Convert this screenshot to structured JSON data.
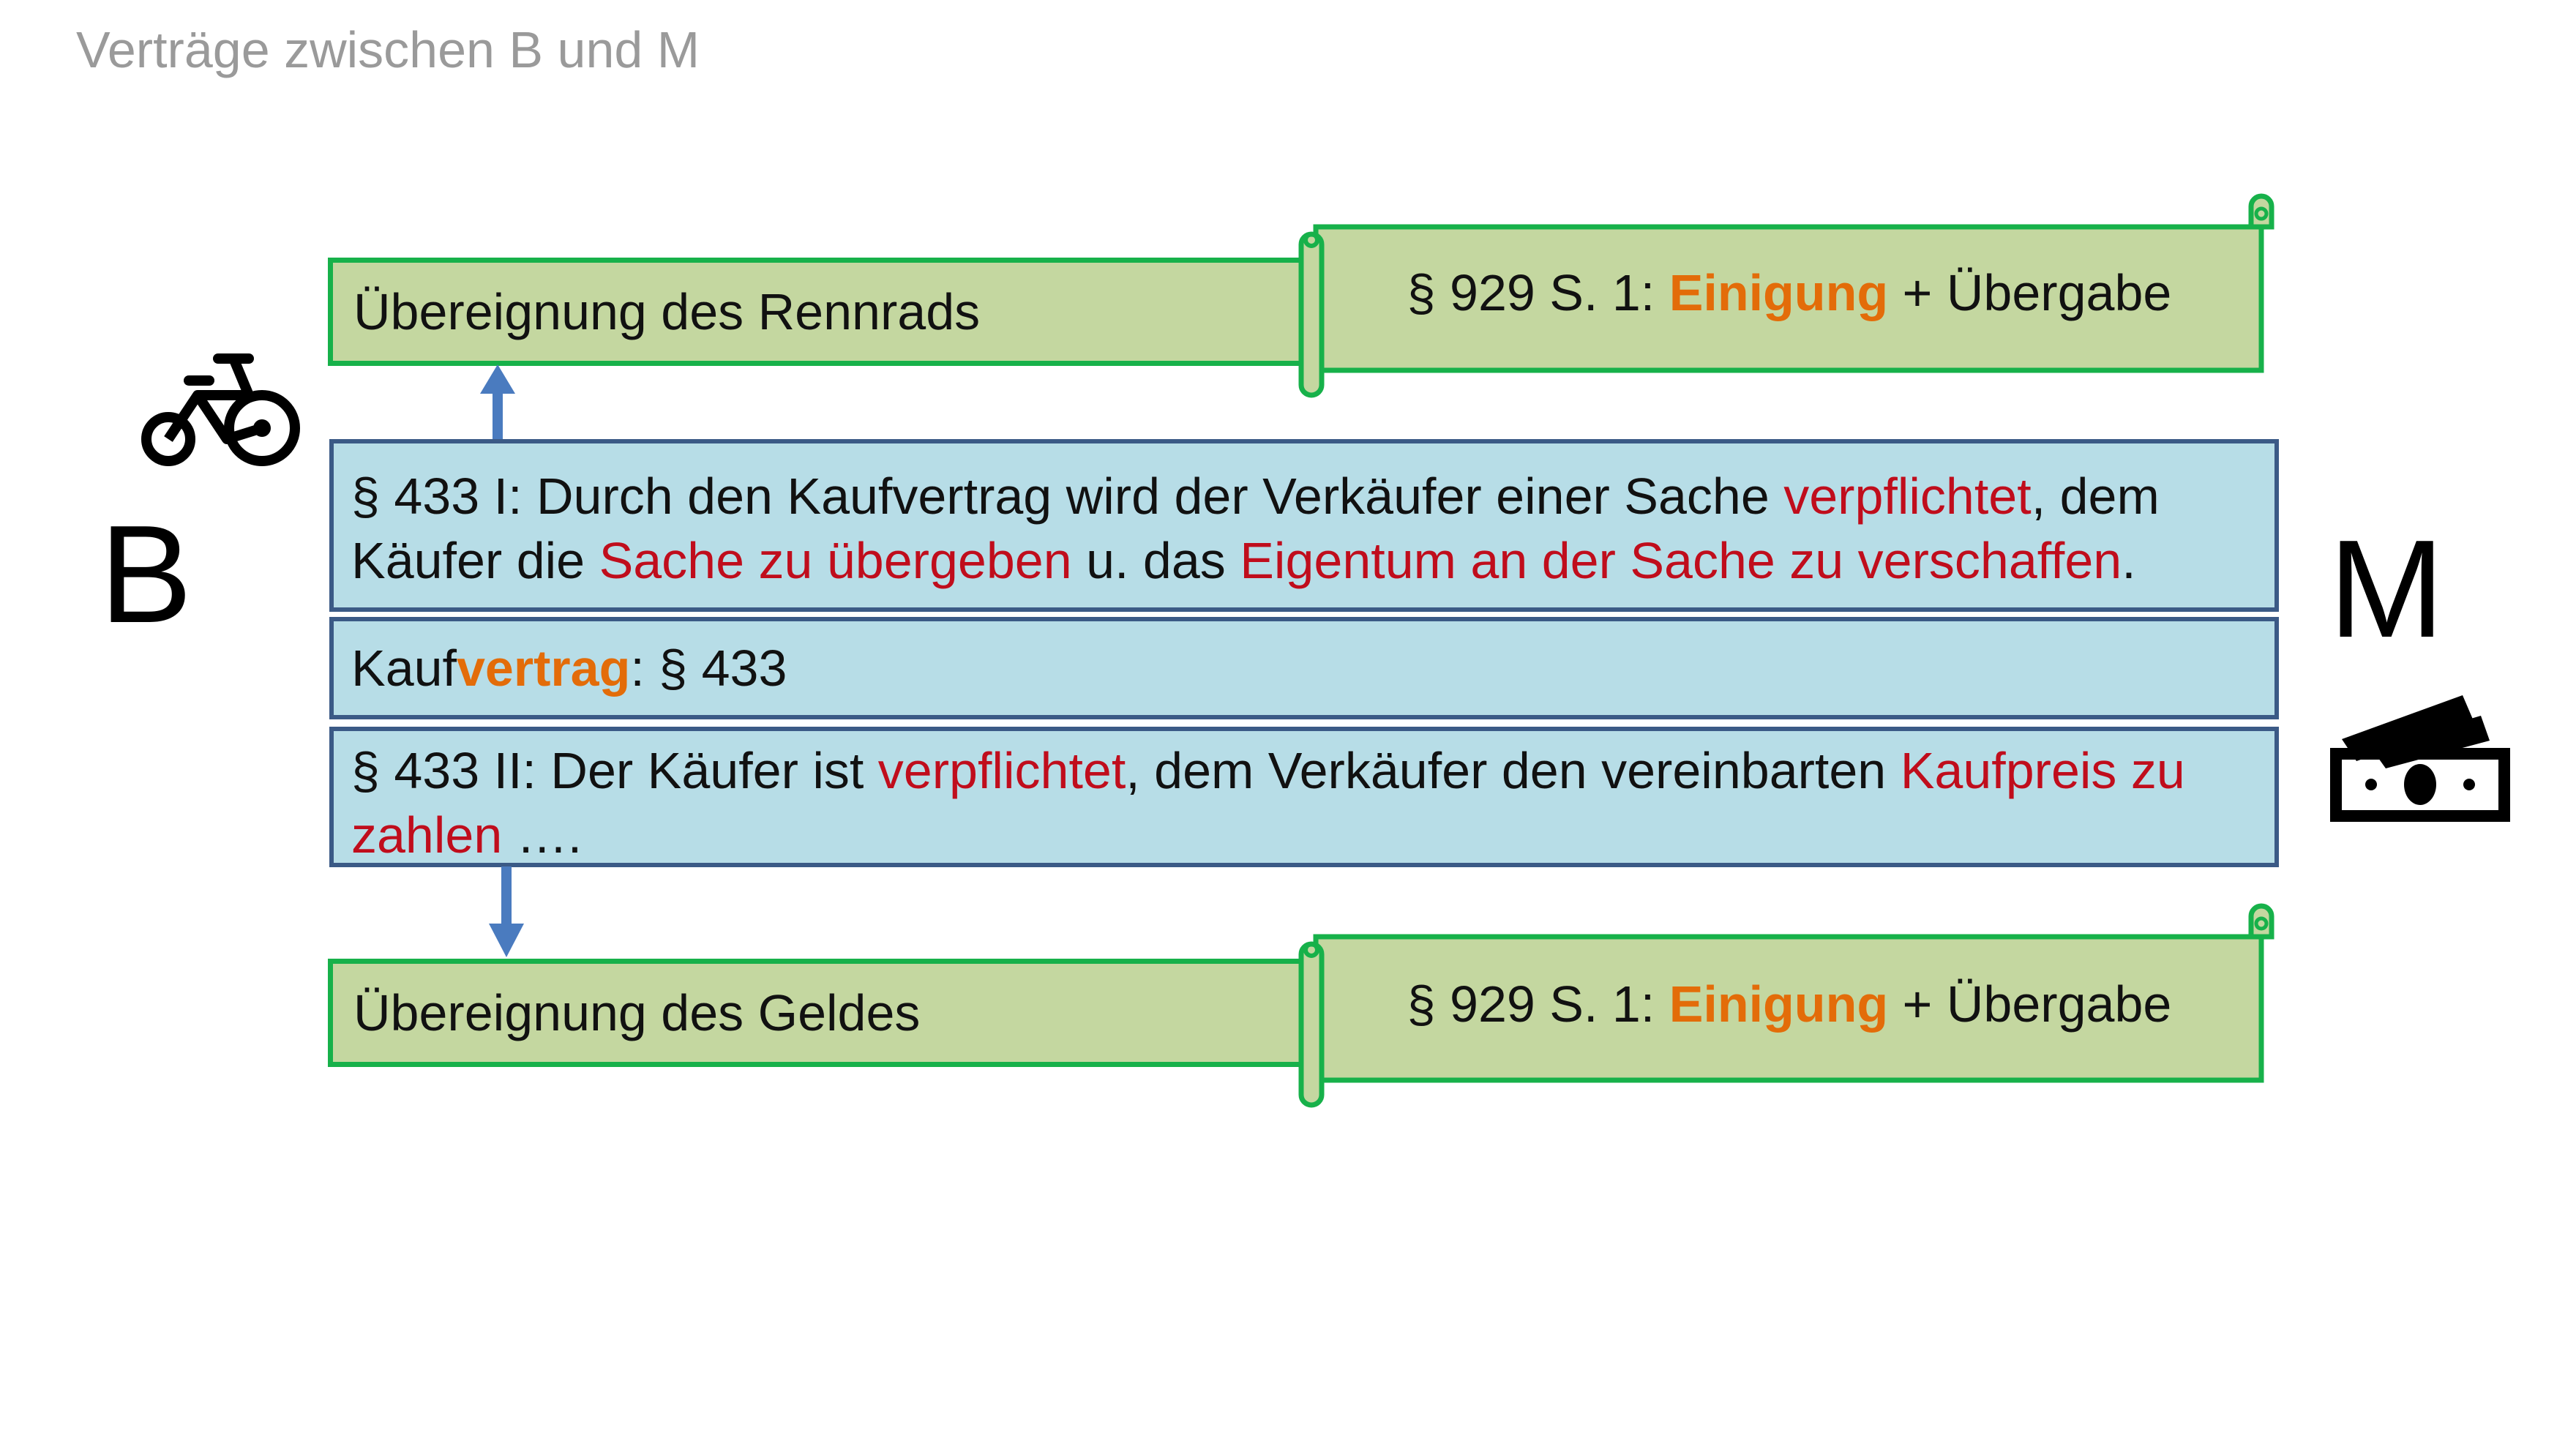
{
  "title": "Verträge zwischen B und M",
  "parties": {
    "left": "B",
    "right": "M"
  },
  "icons": {
    "left": "bicycle-icon",
    "right": "money-icon"
  },
  "top_transfer": {
    "label": "Übereignung des Rennrads",
    "scroll": {
      "prefix": "§ 929 S. 1: ",
      "highlight": "Einigung",
      "suffix": " + Übergabe"
    }
  },
  "p433_1": {
    "t1": "§ 433 I: Durch den Kaufvertrag wird der Verkäufer einer Sache ",
    "r1": "verpflichtet",
    "t2": ", dem Käufer die ",
    "r2": "Sache zu übergeben",
    "t3": " u. das ",
    "r3": "Eigentum an der Sache zu verschaffen",
    "t4": "."
  },
  "kaufvertrag": {
    "prefix": "Kauf",
    "highlight": "vertrag",
    "suffix": ": § 433"
  },
  "p433_2": {
    "t1": "§ 433 II: Der Käufer ist ",
    "r1": "verpflichtet",
    "t2": ", dem Verkäufer den vereinbarten ",
    "r2": "Kaufpreis zu zahlen",
    "t3": " …."
  },
  "bottom_transfer": {
    "label": "Übereignung des Geldes",
    "scroll": {
      "prefix": "§ 929 S. 1: ",
      "highlight": "Einigung",
      "suffix": " + Übergabe"
    }
  },
  "colors": {
    "green_fill": "#c4d7a0",
    "green_border": "#17b14a",
    "blue_fill": "#b7dde7",
    "blue_border": "#3b5a86",
    "red_text": "#c00d1c",
    "orange_text": "#e36c09",
    "arrow": "#4a7bbf"
  }
}
